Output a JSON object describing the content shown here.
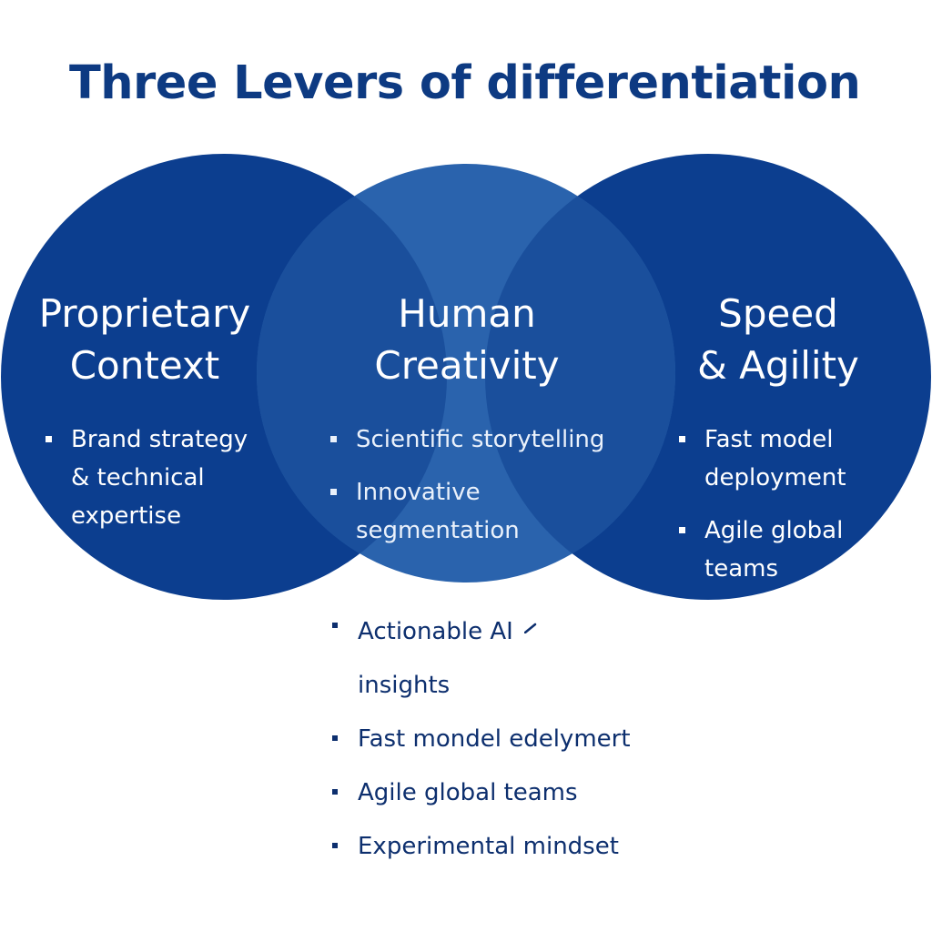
{
  "title": "Three Levers of differentiation",
  "colors": {
    "title": "#0d3a82",
    "circle_outer": "#0c3e8f",
    "circle_center": "#2a63ad",
    "below_text": "#0d2f6e"
  },
  "circles": {
    "left": {
      "heading_line1": "Proprietary",
      "heading_line2": "Context",
      "bullets": [
        "Brand strategy",
        "& technical",
        "expertise"
      ]
    },
    "center": {
      "heading_line1": "Human",
      "heading_line2": "Creativity",
      "bullets": [
        "Scientific storytelling",
        "Innovative",
        "segmentation"
      ]
    },
    "right": {
      "heading_line1": "Speed",
      "heading_line2": "& Agility",
      "bullets": [
        "Fast model",
        "deployment",
        "Agile global",
        "teams"
      ]
    }
  },
  "below_list": {
    "items": [
      "Actionable AI",
      "insights",
      "Fast mondel edelymert",
      "Agile global teams",
      "Experimental mindset"
    ]
  }
}
